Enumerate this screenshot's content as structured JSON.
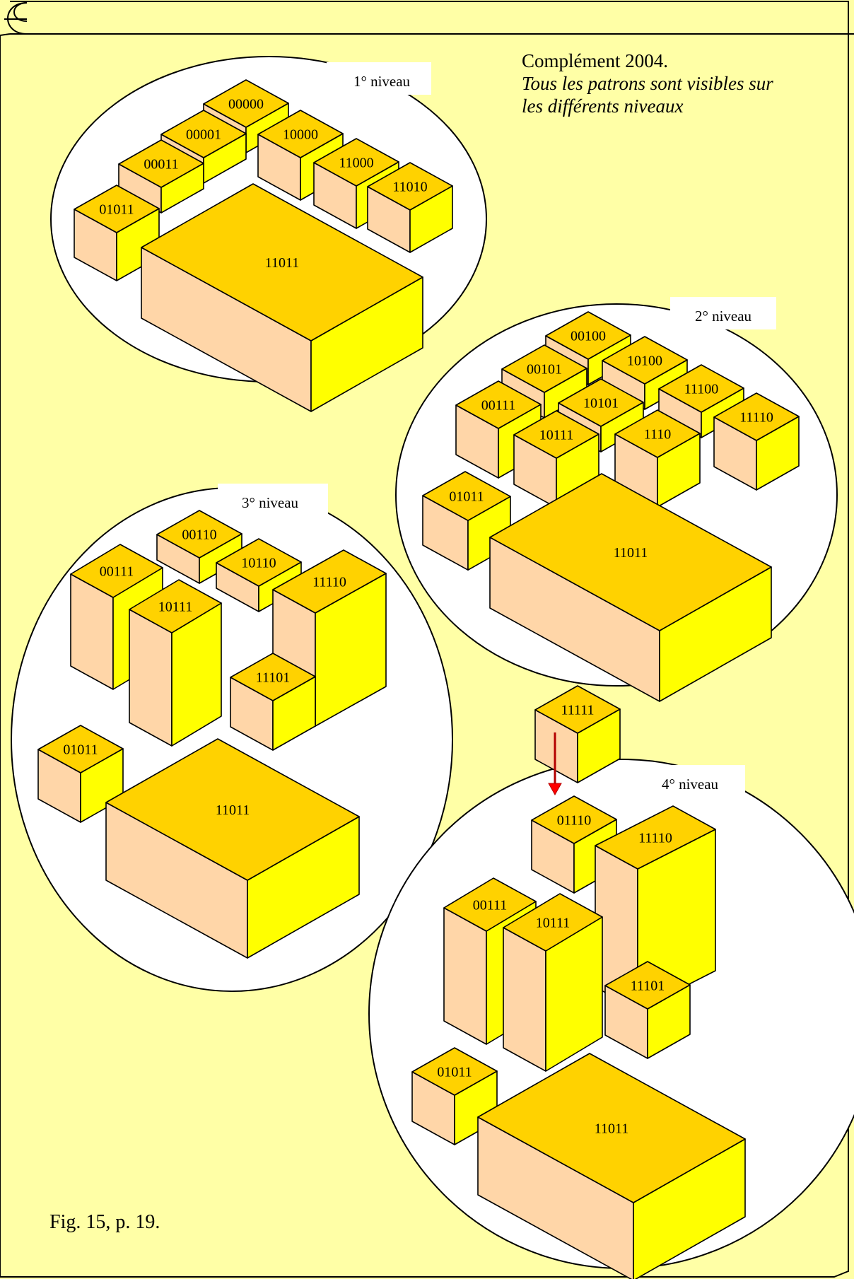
{
  "note": {
    "line1": "Complément 2004.",
    "line2": "Tous les patrons sont visibles sur",
    "line3": "les différents niveaux"
  },
  "caption": "Fig. 15, p. 19.",
  "colors": {
    "background": "#ffffa6",
    "box_top": "#ffd200",
    "box_front": "#ffd6a8",
    "box_side": "#ffff00",
    "circle": "#ffffff",
    "arrow": "#ff0000"
  },
  "levels": [
    {
      "label": "1° niveau",
      "boxes": [
        "00000",
        "00001",
        "10000",
        "00011",
        "11000",
        "11010",
        "01011",
        "11011"
      ]
    },
    {
      "label": "2° niveau",
      "boxes": [
        "00100",
        "10100",
        "00101",
        "11100",
        "00111",
        "10101",
        "11110",
        "10111",
        "1110",
        "01011",
        "11011"
      ]
    },
    {
      "label": "3° niveau",
      "boxes": [
        "00110",
        "10110",
        "00111",
        "11110",
        "10111",
        "11101",
        "01011",
        "11011"
      ]
    },
    {
      "label": "4° niveau",
      "boxes": [
        "11111",
        "01110",
        "11110",
        "00111",
        "10111",
        "11101",
        "01011",
        "11011"
      ]
    }
  ]
}
